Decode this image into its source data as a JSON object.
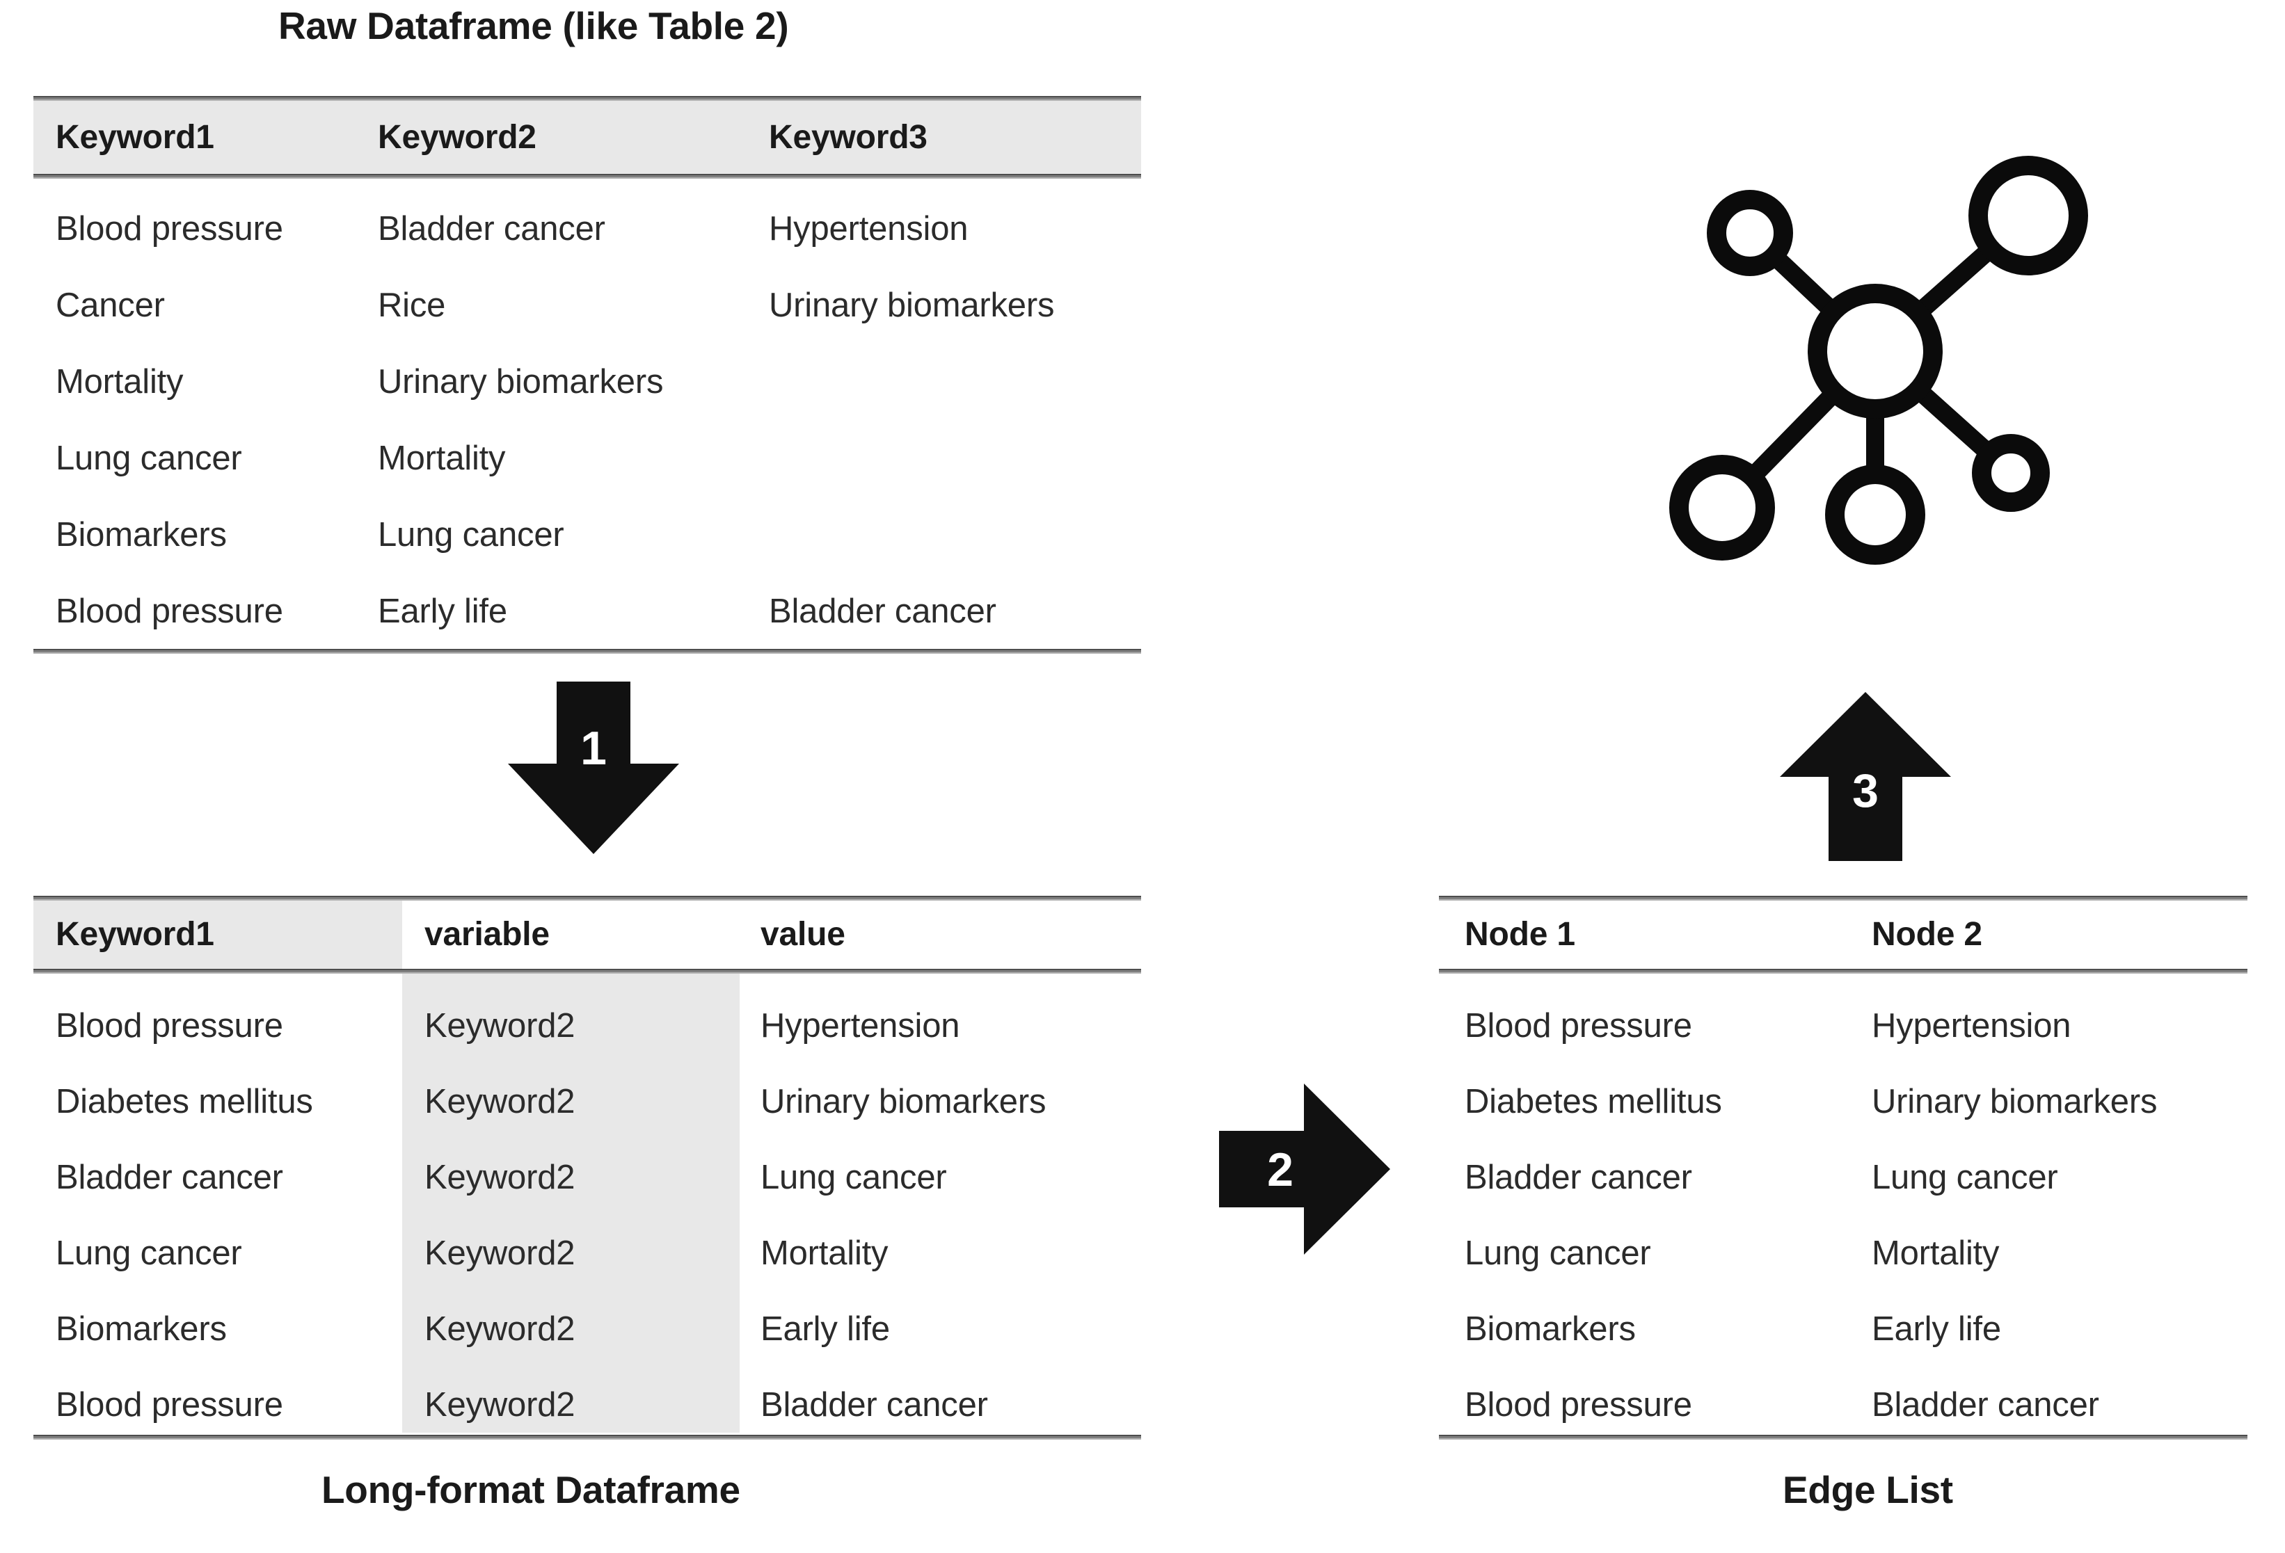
{
  "raw_table": {
    "title": "Raw Dataframe (like Table 2)",
    "columns": [
      "Keyword1",
      "Keyword2",
      "Keyword3"
    ],
    "rows": [
      [
        "Blood pressure",
        "Bladder cancer",
        "Hypertension"
      ],
      [
        "Cancer",
        "Rice",
        "Urinary biomarkers"
      ],
      [
        "Mortality",
        "Urinary biomarkers",
        ""
      ],
      [
        "Lung cancer",
        "Mortality",
        ""
      ],
      [
        "Biomarkers",
        "Lung cancer",
        ""
      ],
      [
        "Blood pressure",
        "Early life",
        "Bladder cancer"
      ]
    ]
  },
  "long_table": {
    "caption": "Long-format Dataframe",
    "columns": [
      "Keyword1",
      "variable",
      "value"
    ],
    "rows": [
      [
        "Blood pressure",
        "Keyword2",
        "Hypertension"
      ],
      [
        "Diabetes mellitus",
        "Keyword2",
        "Urinary biomarkers"
      ],
      [
        "Bladder cancer",
        "Keyword2",
        "Lung cancer"
      ],
      [
        "Lung cancer",
        "Keyword2",
        "Mortality"
      ],
      [
        "Biomarkers",
        "Keyword2",
        "Early life"
      ],
      [
        "Blood pressure",
        "Keyword2",
        "Bladder cancer"
      ]
    ]
  },
  "edge_table": {
    "caption": "Edge List",
    "columns": [
      "Node 1",
      "Node 2"
    ],
    "rows": [
      [
        "Blood pressure",
        "Hypertension"
      ],
      [
        "Diabetes mellitus",
        "Urinary biomarkers"
      ],
      [
        "Bladder cancer",
        "Lung cancer"
      ],
      [
        "Lung cancer",
        "Mortality"
      ],
      [
        "Biomarkers",
        "Early life"
      ],
      [
        "Blood pressure",
        "Bladder cancer"
      ]
    ]
  },
  "arrows": {
    "step1": {
      "label": "1",
      "direction": "down"
    },
    "step2": {
      "label": "2",
      "direction": "right"
    },
    "step3": {
      "label": "3",
      "direction": "up"
    }
  },
  "network": {
    "name": "network-graph",
    "node_count": 6,
    "edge_count": 5
  },
  "colors": {
    "rule": "#7f7f7f",
    "header_shade": "#e8e8e8",
    "arrow_fill": "#111111",
    "text": "#2b2b2b"
  }
}
